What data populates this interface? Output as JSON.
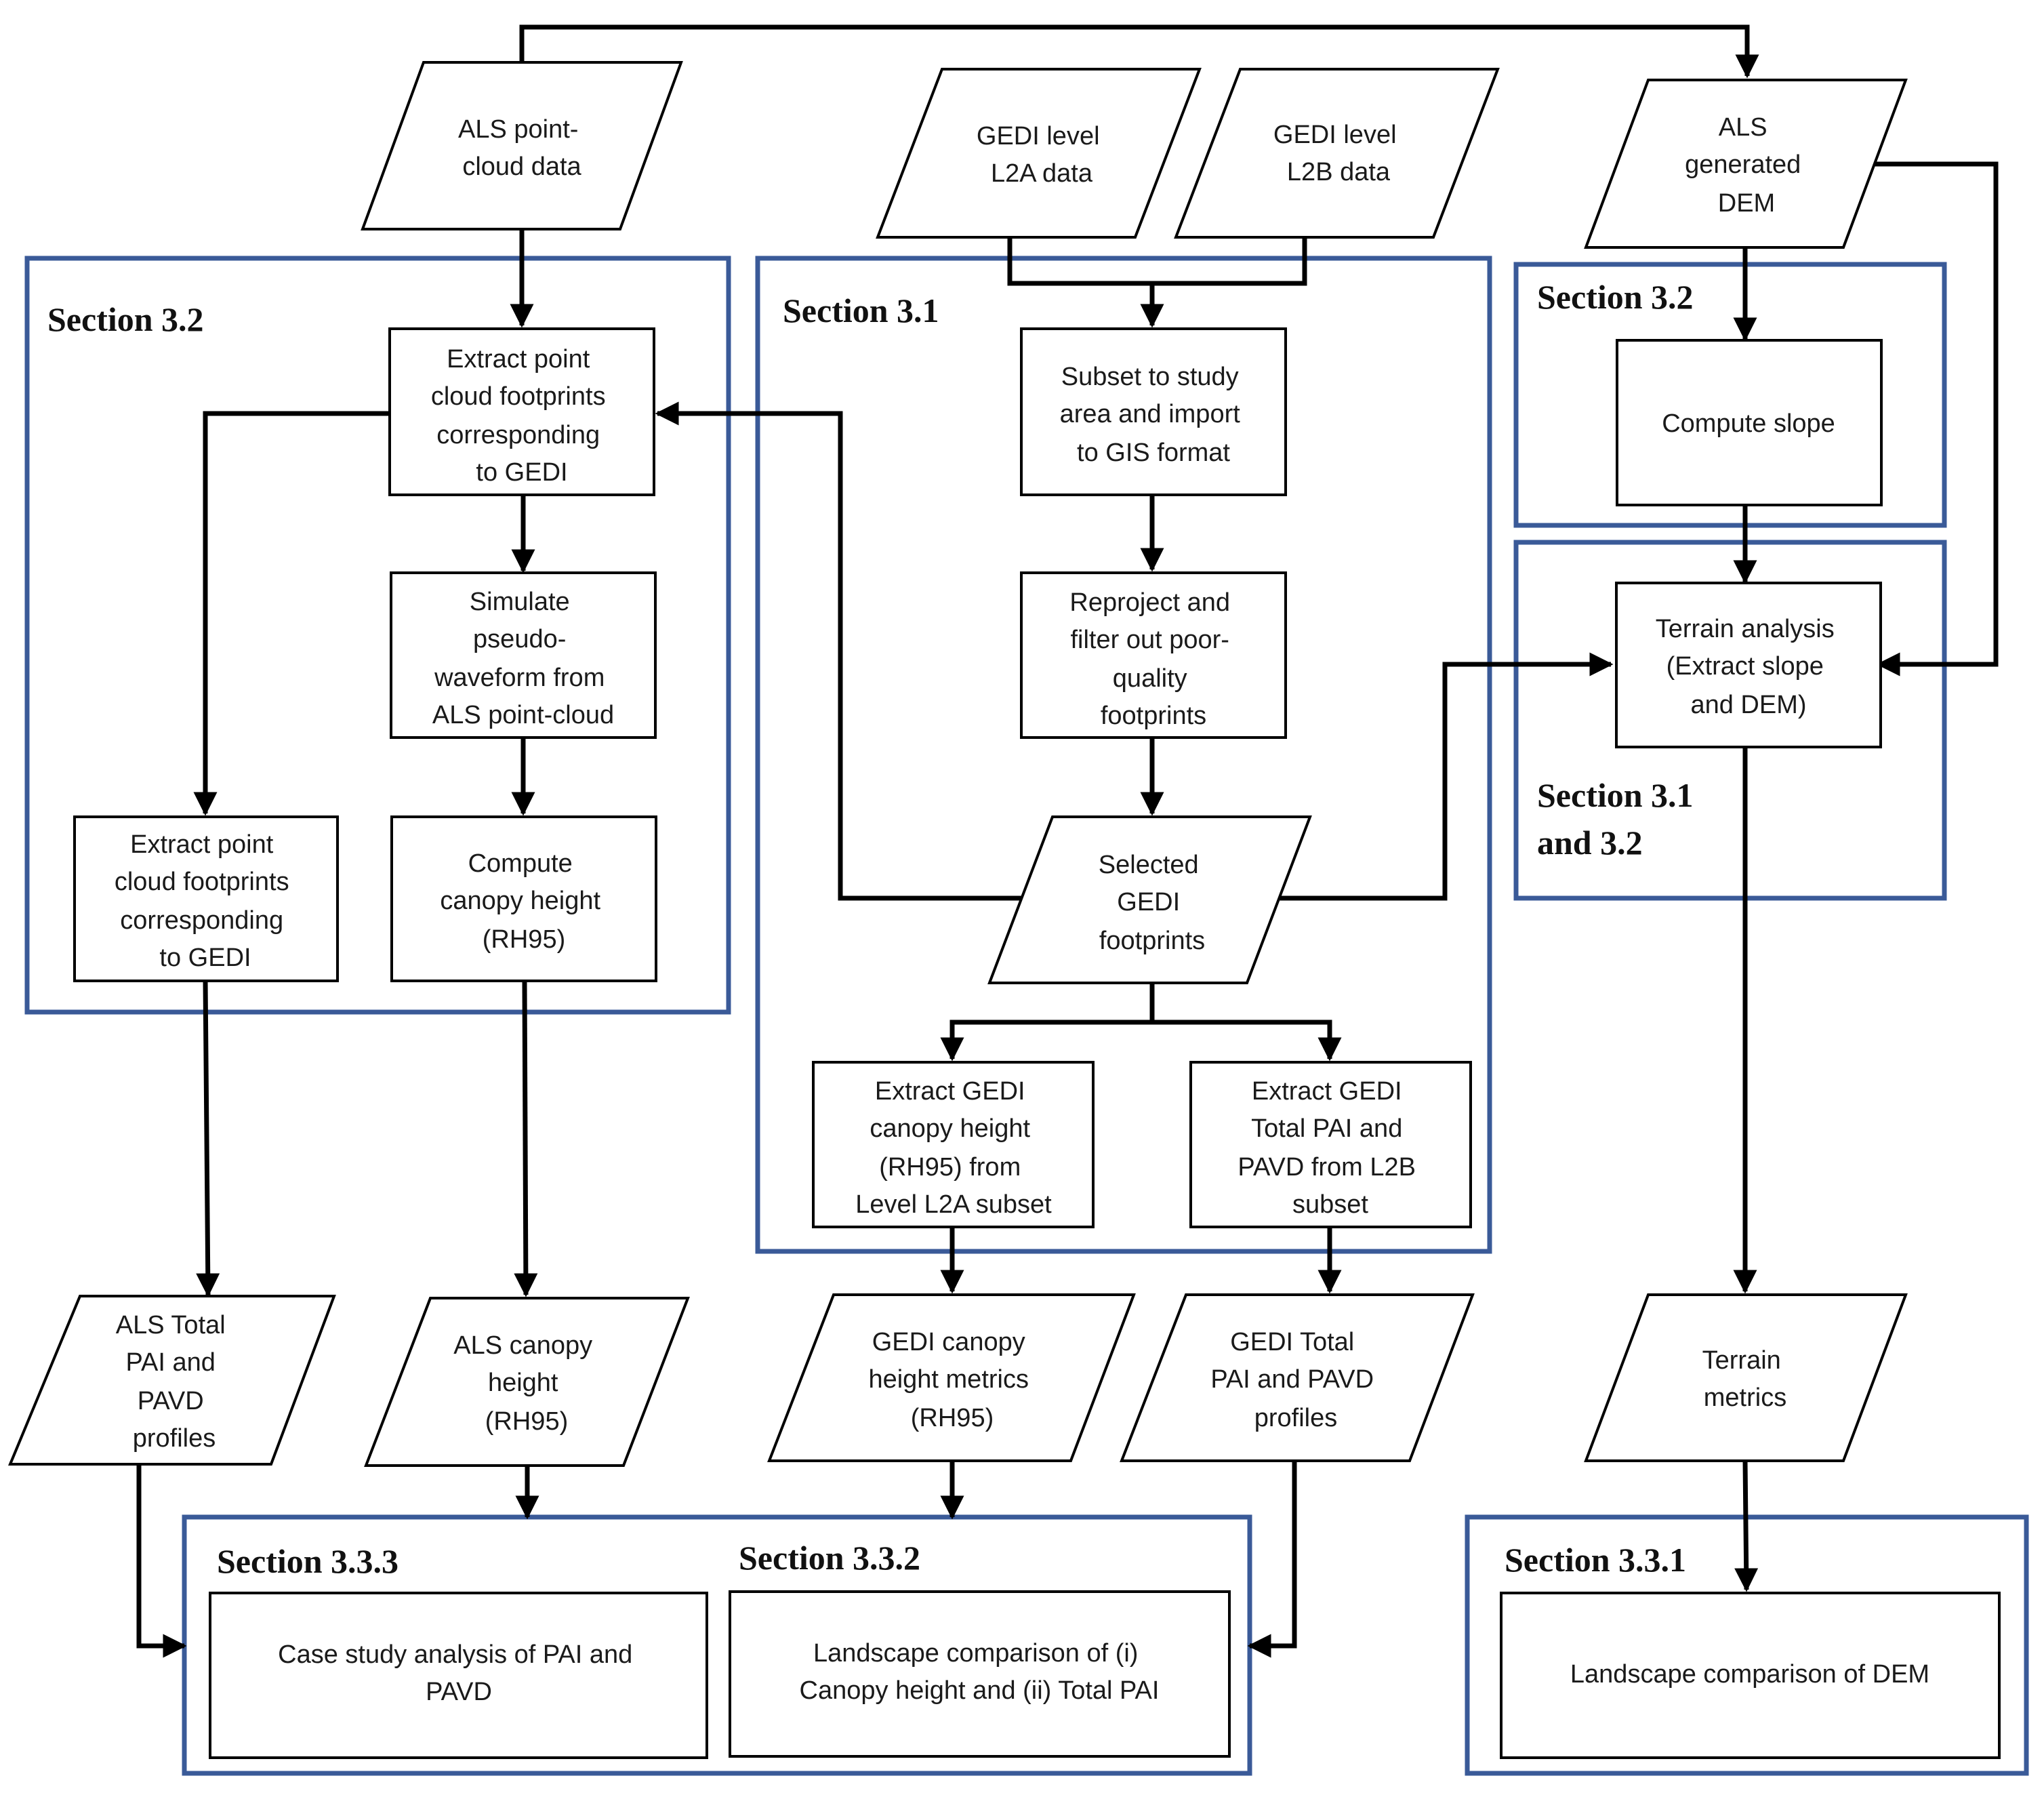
{
  "colors": {
    "section_border": "#3a5a98",
    "node_border": "#000000",
    "arrow": "#000000",
    "background": "#ffffff"
  },
  "sections": {
    "left_3_2": "Section 3.2",
    "center_3_1": "Section 3.1",
    "right_3_2": "Section 3.2",
    "right_3_1_and_3_2": [
      "Section 3.1",
      "and 3.2"
    ],
    "bottom_3_3_3": "Section 3.3.3",
    "bottom_3_3_2": "Section 3.3.2",
    "bottom_3_3_1": "Section  3.3.1"
  },
  "nodes": {
    "als_point_cloud": [
      "ALS point-",
      "cloud data"
    ],
    "gedi_l2a": [
      "GEDI level",
      "L2A data"
    ],
    "gedi_l2b": [
      "GEDI level",
      "L2B data"
    ],
    "als_dem": [
      "ALS",
      "generated",
      "DEM"
    ],
    "extract_point_cloud_top": [
      "Extract point",
      "cloud footprints",
      "corresponding",
      "to GEDI"
    ],
    "simulate_waveform": [
      "Simulate",
      "pseudo-",
      "waveform from",
      "ALS point-cloud"
    ],
    "extract_point_cloud_left": [
      "Extract point",
      "cloud footprints",
      "corresponding",
      "to GEDI"
    ],
    "compute_canopy_height": [
      "Compute",
      "canopy height",
      "(RH95)"
    ],
    "subset_study_area": [
      "Subset to study",
      "area and import",
      "to GIS format"
    ],
    "reproject_filter": [
      "Reproject and",
      "filter out poor-",
      "quality",
      "footprints"
    ],
    "selected_gedi": [
      "Selected",
      "GEDI",
      "footprints"
    ],
    "extract_gedi_canopy": [
      "Extract GEDI",
      "canopy height",
      "(RH95) from",
      "Level L2A subset"
    ],
    "extract_gedi_pai": [
      "Extract GEDI",
      "Total PAI and",
      "PAVD from L2B",
      "subset"
    ],
    "compute_slope": [
      "Compute slope"
    ],
    "terrain_analysis": [
      "Terrain analysis",
      "(Extract slope",
      "and DEM)"
    ],
    "als_pai_pavd": [
      "ALS Total",
      "PAI and",
      "PAVD",
      "profiles"
    ],
    "als_canopy_height": [
      "ALS canopy",
      "height",
      "(RH95)"
    ],
    "gedi_canopy_metrics": [
      "GEDI canopy",
      "height metrics",
      "(RH95)"
    ],
    "gedi_pai_pavd": [
      "GEDI Total",
      "PAI and PAVD",
      "profiles"
    ],
    "terrain_metrics": [
      "Terrain",
      "metrics"
    ],
    "case_study": [
      "Case study analysis of PAI and",
      "PAVD"
    ],
    "landscape_comparison": [
      "Landscape comparison of (i)",
      "Canopy height and (ii) Total PAI"
    ],
    "landscape_dem": [
      "Landscape comparison of DEM"
    ]
  }
}
